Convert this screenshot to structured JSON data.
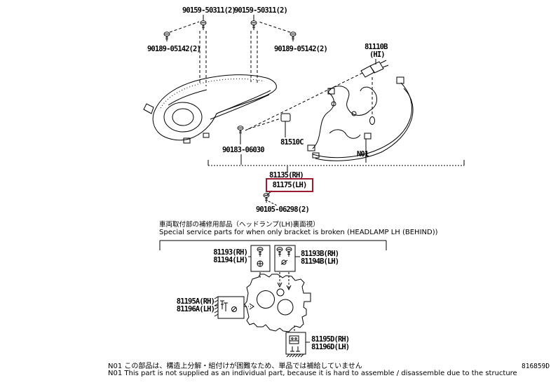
{
  "page": {
    "background": "#ffffff",
    "line_color": "#000000",
    "highlight_color": "#9a1c30",
    "figure_code": "816859D"
  },
  "parts": {
    "screw_top_a": "90159-50311(2)",
    "screw_top_b": "90159-50311(2)",
    "nut_left": "90189-05142(2)",
    "nut_right": "90189-05142(2)",
    "bulb": "81110B",
    "bulb_note": "(HI)",
    "screw_90183": "90183-06030",
    "cover_81510c": "81510C",
    "note_ref": "N01",
    "headlamp_rh": "81135(RH)",
    "headlamp_lh": "81175(LH)",
    "screw_90105": "90105-06298(2)",
    "bracket_a_rh": "81193(RH)",
    "bracket_a_lh": "81194(LH)",
    "bracket_b_rh": "81193B(RH)",
    "bracket_b_lh": "81194B(LH)",
    "bracket_c_rh": "81195A(RH)",
    "bracket_c_lh": "81196A(LH)",
    "bracket_d_rh": "81195D(RH)",
    "bracket_d_lh": "81196D(LH)"
  },
  "section": {
    "title_ja": "車両取付部の補修用部品（ヘッドランプ(LH)裏面視）",
    "title_en": "Special service parts for when only bracket is broken (HEADLAMP LH (BEHIND))"
  },
  "notes": {
    "ja": "N01 この部品は、構造上分解・組付けが困難なため、単品では補給していません",
    "en": "N01 This part is not supplied as an individual part, because it is hard to assemble / disassemble due to the structure"
  }
}
